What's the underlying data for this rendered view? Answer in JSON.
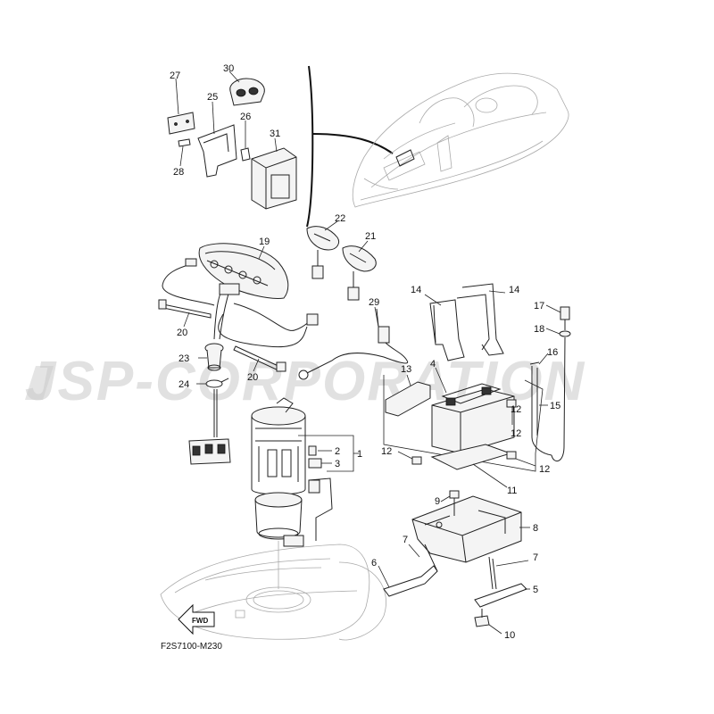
{
  "diagram": {
    "code_label": "F2S7100-M230",
    "watermark": "JSP-CORPORATION",
    "fwd_label": "FWD",
    "callouts": [
      "1",
      "2",
      "3",
      "4",
      "5",
      "6",
      "7",
      "7",
      "8",
      "9",
      "10",
      "11",
      "12",
      "12",
      "12",
      "12",
      "13",
      "14",
      "14",
      "15",
      "16",
      "17",
      "18",
      "19",
      "20",
      "20",
      "21",
      "22",
      "23",
      "24",
      "25",
      "26",
      "27",
      "28",
      "29",
      "30",
      "31"
    ]
  }
}
